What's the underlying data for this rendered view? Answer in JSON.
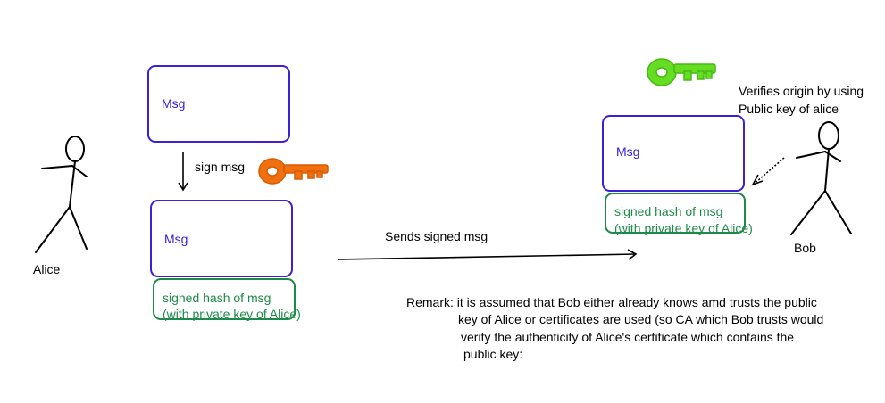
{
  "actors": {
    "alice": "Alice",
    "bob": "Bob"
  },
  "sender": {
    "msg_label": "Msg",
    "sign_label": "sign msg",
    "signed_msg_label": "Msg",
    "hash_line1": "signed hash of msg",
    "hash_line2": "(with private key of Alice)"
  },
  "transfer": {
    "label": "Sends signed msg"
  },
  "receiver": {
    "msg_label": "Msg",
    "hash_line1": "signed hash of msg",
    "hash_line2": "(with private key of Alice)",
    "verify_line1": "Verifies origin by using",
    "verify_line2": "Public key of alice"
  },
  "remark": {
    "line1": "Remark: it is assumed that Bob either already knows amd trusts the public",
    "line2": "key of Alice  or certificates are used (so CA which Bob trusts would",
    "line3": "verify the authenticity of Alice's certificate which contains the",
    "line4": "public key:"
  },
  "colors": {
    "msg_border": "#3a20d6",
    "hash_border": "#1e8a4a",
    "private_key": "#f07010",
    "public_key": "#66dd22"
  },
  "icons": {
    "private_key": "key-icon",
    "public_key": "key-icon"
  }
}
